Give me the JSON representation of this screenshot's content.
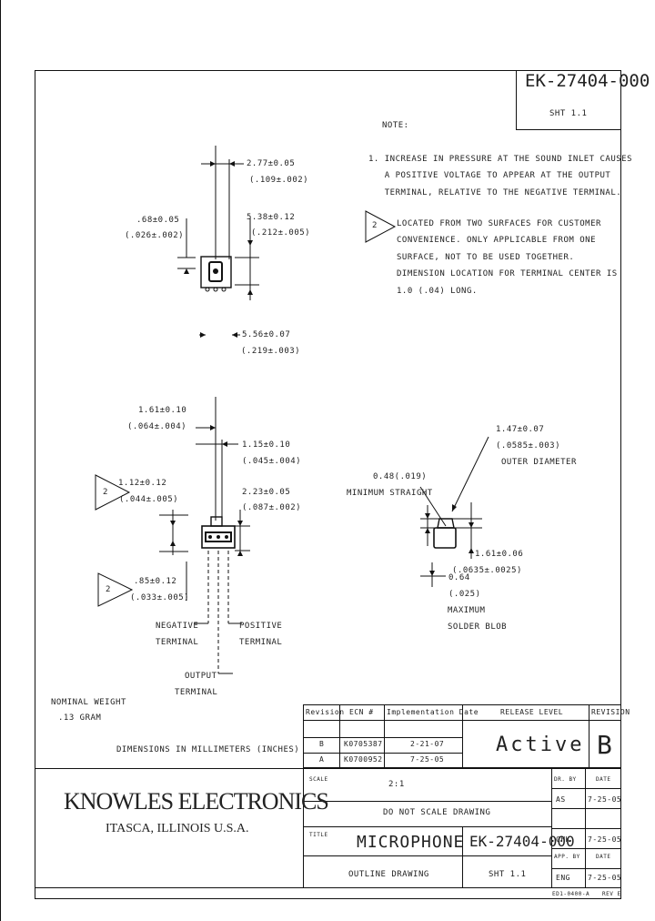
{
  "drawing": {
    "number": "EK-27404-000",
    "sheet": "SHT 1.1"
  },
  "notes": {
    "header": "NOTE:",
    "note1": [
      "1. INCREASE IN PRESSURE AT THE SOUND INLET CAUSES",
      "   A POSITIVE VOLTAGE TO APPEAR AT THE OUTPUT",
      "   TERMINAL, RELATIVE TO THE NEGATIVE TERMINAL."
    ],
    "note2": [
      "LOCATED FROM TWO SURFACES FOR CUSTOMER",
      "CONVENIENCE. ONLY APPLICABLE FROM ONE",
      "SURFACE, NOT TO BE USED TOGETHER.",
      "DIMENSION LOCATION FOR TERMINAL CENTER IS",
      "1.0 (.04) LONG."
    ],
    "note2_flag": "2"
  },
  "top_view": {
    "dim_a": [
      "2.77±0.05",
      "(.109±.002)"
    ],
    "dim_b": [
      ".68±0.05",
      "(.026±.002)"
    ],
    "dim_c": [
      "5.38±0.12",
      "(.212±.005)"
    ],
    "dim_d": [
      "5.56±0.07",
      "(.219±.003)"
    ]
  },
  "front_view": {
    "dim_a": [
      "1.61±0.10",
      "(.064±.004)"
    ],
    "dim_b": [
      "1.15±0.10",
      "(.045±.004)"
    ],
    "dim_c": [
      "1.12±0.12",
      "(.044±.005)"
    ],
    "dim_d": [
      "2.23±0.05",
      "(.087±.002)"
    ],
    "dim_e": [
      ".85±0.12",
      "(.033±.005)"
    ],
    "flag": "2",
    "negative": [
      "NEGATIVE",
      "TERMINAL"
    ],
    "positive": [
      "POSITIVE",
      "TERMINAL"
    ],
    "output": [
      "OUTPUT",
      "TERMINAL"
    ]
  },
  "side_view": {
    "outer": [
      "1.47±0.07",
      "(.0585±.003)",
      "OUTER DIAMETER"
    ],
    "straight": [
      "0.48(.019)",
      "MINIMUM STRAIGHT"
    ],
    "dim_h": [
      "1.61±0.06",
      "(.0635±.0025)"
    ],
    "solder": [
      "0.64",
      "(.025)",
      "MAXIMUM",
      "SOLDER BLOB"
    ]
  },
  "weight": [
    "NOMINAL WEIGHT",
    ".13 GRAM"
  ],
  "dimensions_note": "DIMENSIONS IN MILLIMETERS (INCHES)",
  "revision_table": {
    "headers": [
      "Revision",
      "ECN #",
      "Implementation Date"
    ],
    "rows": [
      [
        "B",
        "K0705387",
        "2-21-07"
      ],
      [
        "A",
        "K0700952",
        "7-25-05"
      ]
    ],
    "release_level_label": "RELEASE LEVEL",
    "release_level": "Active",
    "revision_label": "REVISION",
    "revision": "B"
  },
  "company": {
    "name": "KNOWLES ELECTRONICS",
    "location": "ITASCA, ILLINOIS U.S.A."
  },
  "title_block": {
    "scale_label": "SCALE",
    "scale": "2:1",
    "do_not_scale": "DO NOT SCALE DRAWING",
    "title_label": "TITLE",
    "title": "MICROPHONE",
    "subtitle": "OUTLINE DRAWING",
    "number": "EK-27404-000",
    "sheet": "SHT 1.1",
    "sign": [
      {
        "label": "DR. BY",
        "date_label": "DATE"
      },
      {
        "label": "AS",
        "date_label": "7-25-05"
      },
      {
        "label": "CHK",
        "date_label": "7-25-05"
      },
      {
        "label": "APP. BY",
        "date_label": "DATE"
      },
      {
        "label": "ENG",
        "date_label": "7-25-05"
      }
    ],
    "footer_left": "ED1-0400-A",
    "footer_right": "REV E"
  }
}
